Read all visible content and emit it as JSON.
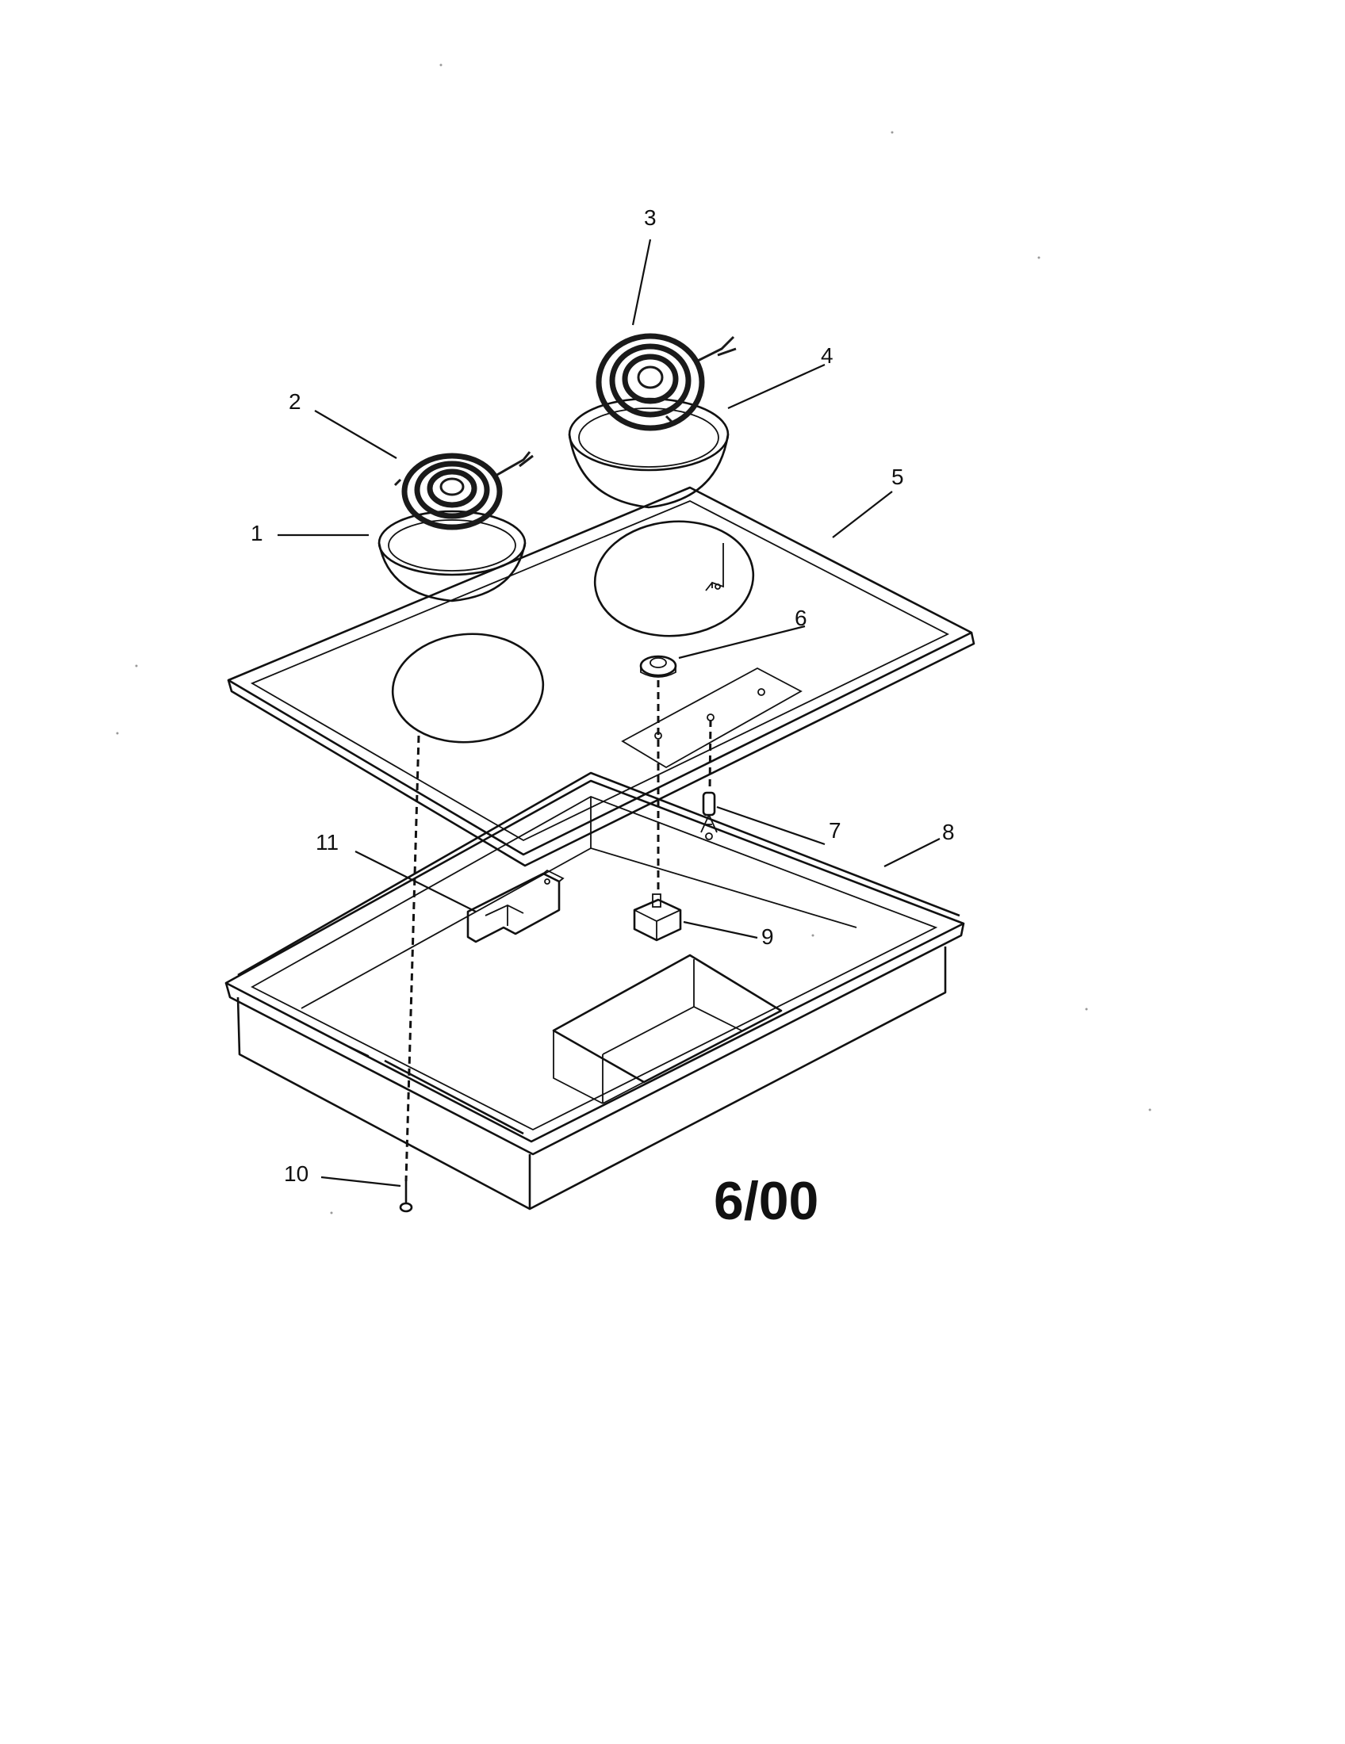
{
  "callouts": [
    {
      "id": "1",
      "label": "1"
    },
    {
      "id": "2",
      "label": "2"
    },
    {
      "id": "3",
      "label": "3"
    },
    {
      "id": "4",
      "label": "4"
    },
    {
      "id": "5",
      "label": "5"
    },
    {
      "id": "6",
      "label": "6"
    },
    {
      "id": "7",
      "label": "7"
    },
    {
      "id": "8",
      "label": "8"
    },
    {
      "id": "9",
      "label": "9"
    },
    {
      "id": "10",
      "label": "10"
    },
    {
      "id": "11",
      "label": "11"
    }
  ],
  "date_code": "6/00"
}
